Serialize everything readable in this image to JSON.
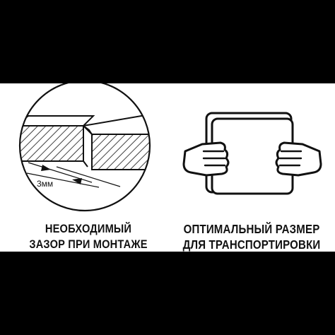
{
  "colors": {
    "background": "#000000",
    "panel": "#ffffff",
    "ink": "#111111"
  },
  "gap_diagram": {
    "gap_label": "3мм",
    "caption_line1": "НЕОБХОДИМЫЙ",
    "caption_line2": "ЗАЗОР ПРИ МОНТАЖЕ"
  },
  "transport_diagram": {
    "caption_line1": "ОПТИМАЛЬНЫЙ РАЗМЕР",
    "caption_line2": "ДЛЯ ТРАНСПОРТИРОВКИ"
  }
}
